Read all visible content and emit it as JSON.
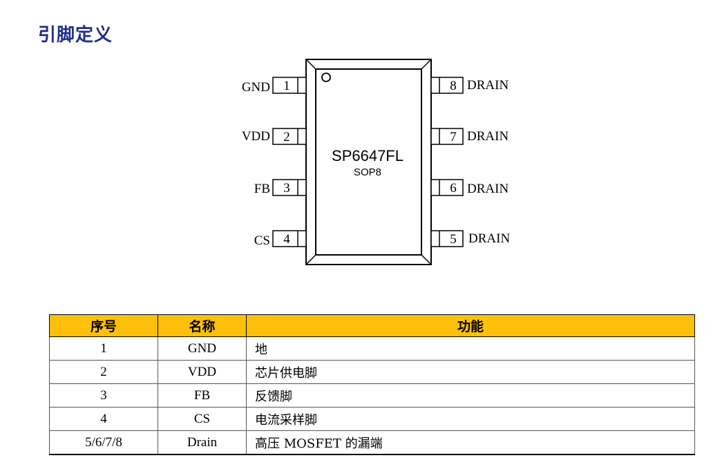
{
  "section_title": "引脚定义",
  "chip": {
    "name": "SP6647FL",
    "package": "SOP8"
  },
  "pins_left": [
    {
      "num": "1",
      "label": "GND"
    },
    {
      "num": "2",
      "label": "VDD"
    },
    {
      "num": "3",
      "label": "FB"
    },
    {
      "num": "4",
      "label": "CS"
    }
  ],
  "pins_right": [
    {
      "num": "8",
      "label": "DRAIN"
    },
    {
      "num": "7",
      "label": "DRAIN"
    },
    {
      "num": "6",
      "label": "DRAIN"
    },
    {
      "num": "5",
      "label": "DRAIN"
    }
  ],
  "table": {
    "headers": [
      "序号",
      "名称",
      "功能"
    ],
    "header_color": "#fcc00a",
    "rows": [
      [
        "1",
        "GND",
        "地"
      ],
      [
        "2",
        "VDD",
        "芯片供电脚"
      ],
      [
        "3",
        "FB",
        "反馈脚"
      ],
      [
        "4",
        "CS",
        "电流采样脚"
      ],
      [
        "5/6/7/8",
        "Drain",
        "高压 MOSFET 的漏端"
      ]
    ]
  }
}
